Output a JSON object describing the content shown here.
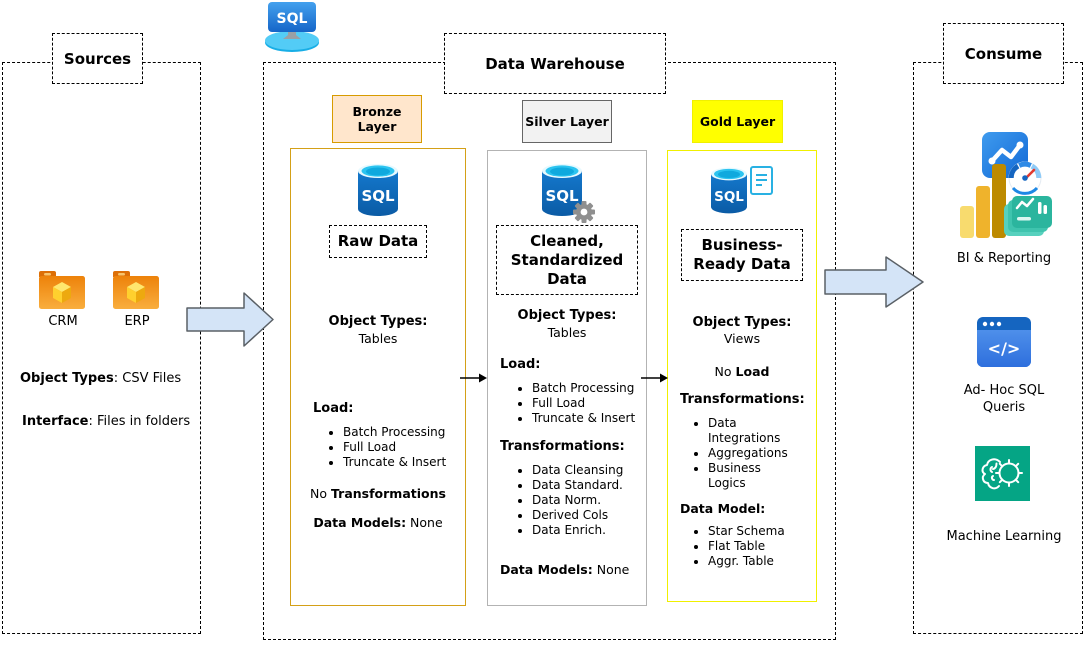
{
  "sources": {
    "title": "Sources",
    "folders": [
      {
        "label": "CRM",
        "icon": "folder-cube-icon"
      },
      {
        "label": "ERP",
        "icon": "folder-cube-icon"
      }
    ],
    "facts": [
      {
        "label": "Object Types",
        "value": ": CSV Files"
      },
      {
        "label": "Interface",
        "value": ": Files in folders"
      }
    ]
  },
  "warehouse": {
    "title": "Data Warehouse",
    "top_icon": "sql-server-icon",
    "layers": [
      {
        "label": "Bronze Layer",
        "icon": "sql-database-icon",
        "title": "Raw Data",
        "object_types_label": "Object Types:",
        "object_types_value": "Tables",
        "load_label": "Load:",
        "load_items": [
          "Batch Processing",
          "Full Load",
          "Truncate & Insert"
        ],
        "no_transform_prefix": "No ",
        "no_transform_bold": "Transformations",
        "models_label": "Data Models:",
        "models_value": " None"
      },
      {
        "label": "Silver Layer",
        "icon": "sql-database-gear-icon",
        "title": "Cleaned, Standardized Data",
        "object_types_label": "Object Types:",
        "object_types_value": "Tables",
        "load_label": "Load:",
        "load_items": [
          "Batch Processing",
          "Full Load",
          "Truncate & Insert"
        ],
        "transform_label": "Transformations:",
        "transform_items": [
          "Data Cleansing",
          "Data Standard.",
          "Data Norm.",
          "Derived Cols",
          "Data Enrich."
        ],
        "models_label": "Data Models:",
        "models_value": " None"
      },
      {
        "label": "Gold Layer",
        "icon": "sql-database-report-icon",
        "title": "Business-Ready Data",
        "object_types_label": "Object Types:",
        "object_types_value": "Views",
        "no_load_prefix": "No ",
        "no_load_bold": "Load",
        "transform_label": "Transformations:",
        "transform_items": [
          "Data Integrations",
          "Aggregations",
          "Business Logics"
        ],
        "model_label": "Data Model:",
        "model_items": [
          "Star Schema",
          "Flat Table",
          "Aggr. Table"
        ]
      }
    ]
  },
  "consume": {
    "title": "Consume",
    "items": [
      {
        "label": "BI & Reporting",
        "icon": "bi-reporting-icon"
      },
      {
        "label": "Ad- Hoc SQL Queris",
        "icon": "sql-code-window-icon"
      },
      {
        "label": "Machine Learning",
        "icon": "ml-brain-gear-icon"
      }
    ]
  },
  "icons": {
    "sql_text": "SQL",
    "code_glyph": "</>"
  },
  "colors": {
    "bronze_label_fill": "#FFE6CC",
    "bronze_border": "#D79B00",
    "silver_label_fill": "#F2F2F2",
    "silver_label_border": "#666666",
    "silver_box_border": "#B3B3B3",
    "gold_label_fill": "#FFFF00",
    "gold_border": "#F0F000",
    "arrow_fill": "#D4E4F7",
    "arrow_stroke": "#5A6066",
    "sql_blue": "#1070C1",
    "sql_cyan": "#2CC4F0",
    "folder_orange": "#F08705",
    "powerbi_yellow": "#F2C811",
    "teal_cards": "#2BB59E",
    "ml_green": "#05A585",
    "code_window_blue": "#1565C0"
  }
}
